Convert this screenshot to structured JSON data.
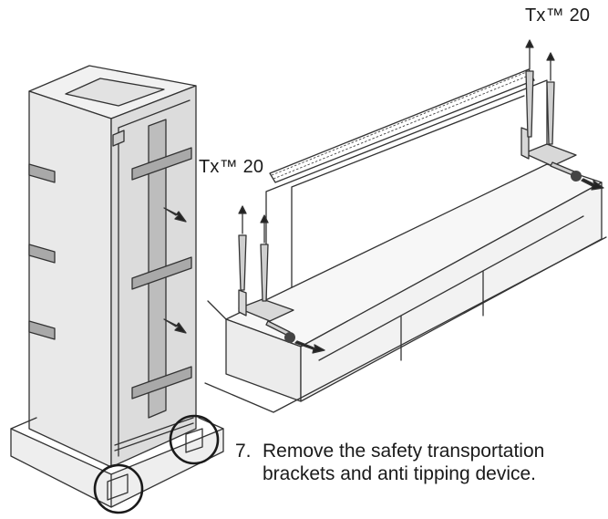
{
  "labels": {
    "torx_top": "Tx™ 20",
    "torx_mid": "Tx™ 20"
  },
  "instruction": {
    "number": "7.",
    "text": "Remove the safety transportation brackets and anti tipping device."
  }
}
